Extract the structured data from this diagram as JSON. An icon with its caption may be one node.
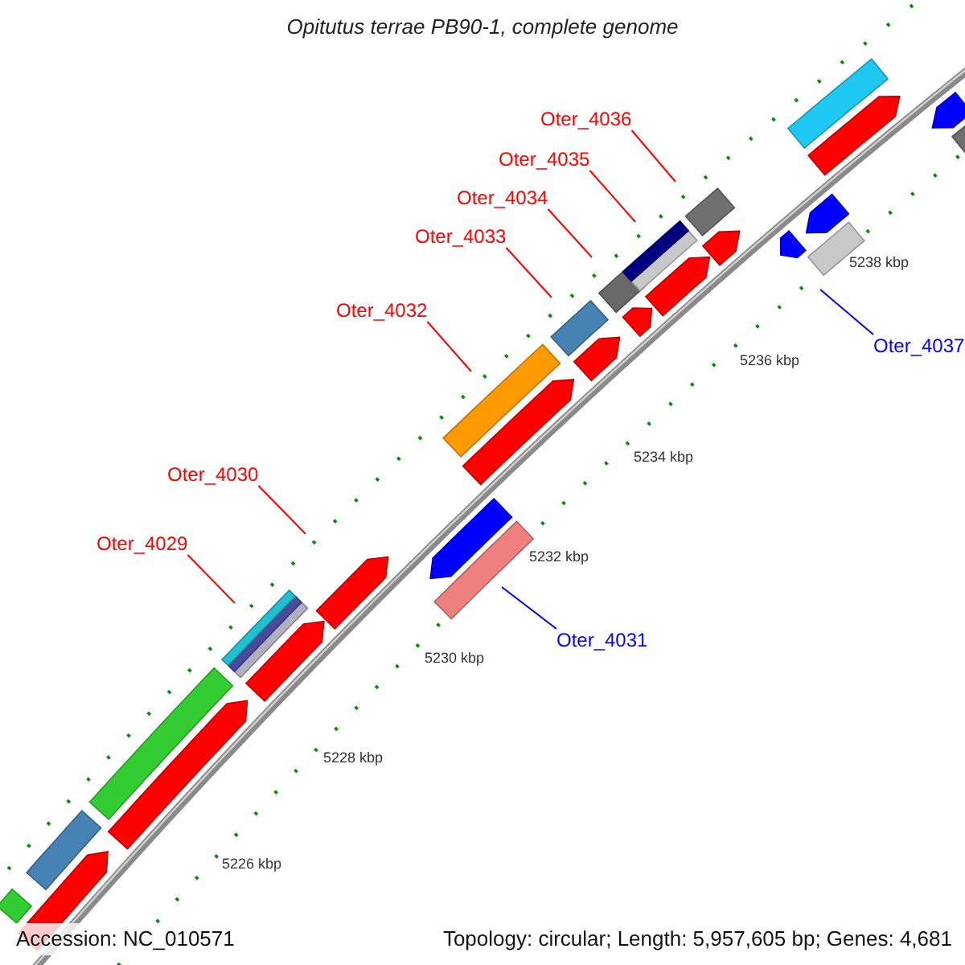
{
  "diagram": {
    "title": "Opitutus terrae PB90-1, complete genome",
    "nodes": [
      {
        "text": [
          "Oter_4036"
        ]
      },
      {
        "text": [
          "Oter_4035"
        ]
      },
      {
        "text": [
          "Oter_4034"
        ]
      },
      {
        "text": [
          "Oter_4033"
        ]
      },
      {
        "text": [
          "Oter_4032"
        ]
      },
      {
        "text": [
          "Oter_4037"
        ]
      },
      {
        "text": [
          "Oter_4030"
        ]
      },
      {
        "text": [
          "Oter_4029"
        ]
      },
      {
        "text": [
          "Oter_4031"
        ]
      }
    ],
    "edges": [
      {
        "from": 0,
        "to": null,
        "arrow": "none"
      },
      {
        "from": 1,
        "to": null,
        "arrow": "none"
      },
      {
        "from": 2,
        "to": null,
        "arrow": "none"
      },
      {
        "from": 3,
        "to": null,
        "arrow": "none"
      },
      {
        "from": 4,
        "to": null,
        "arrow": "none"
      },
      {
        "from": 5,
        "to": null,
        "arrow": "none",
        "color": "#0000ff"
      },
      {
        "from": 6,
        "to": null,
        "arrow": "none"
      },
      {
        "from": 7,
        "to": null,
        "arrow": "none"
      },
      {
        "from": 8,
        "to": null,
        "arrow": "none",
        "color": "#0000ff"
      }
    ],
    "labels": [
      "5238 kbp",
      "5236 kbp",
      "5234 kbp",
      "5232 kbp",
      "5230 kbp",
      "5228 kbp",
      "5226 kbp",
      "Accession: NC_010571",
      "Topology: circular; Length: 5,957,605 bp; Genes: 4,681"
    ]
  }
}
